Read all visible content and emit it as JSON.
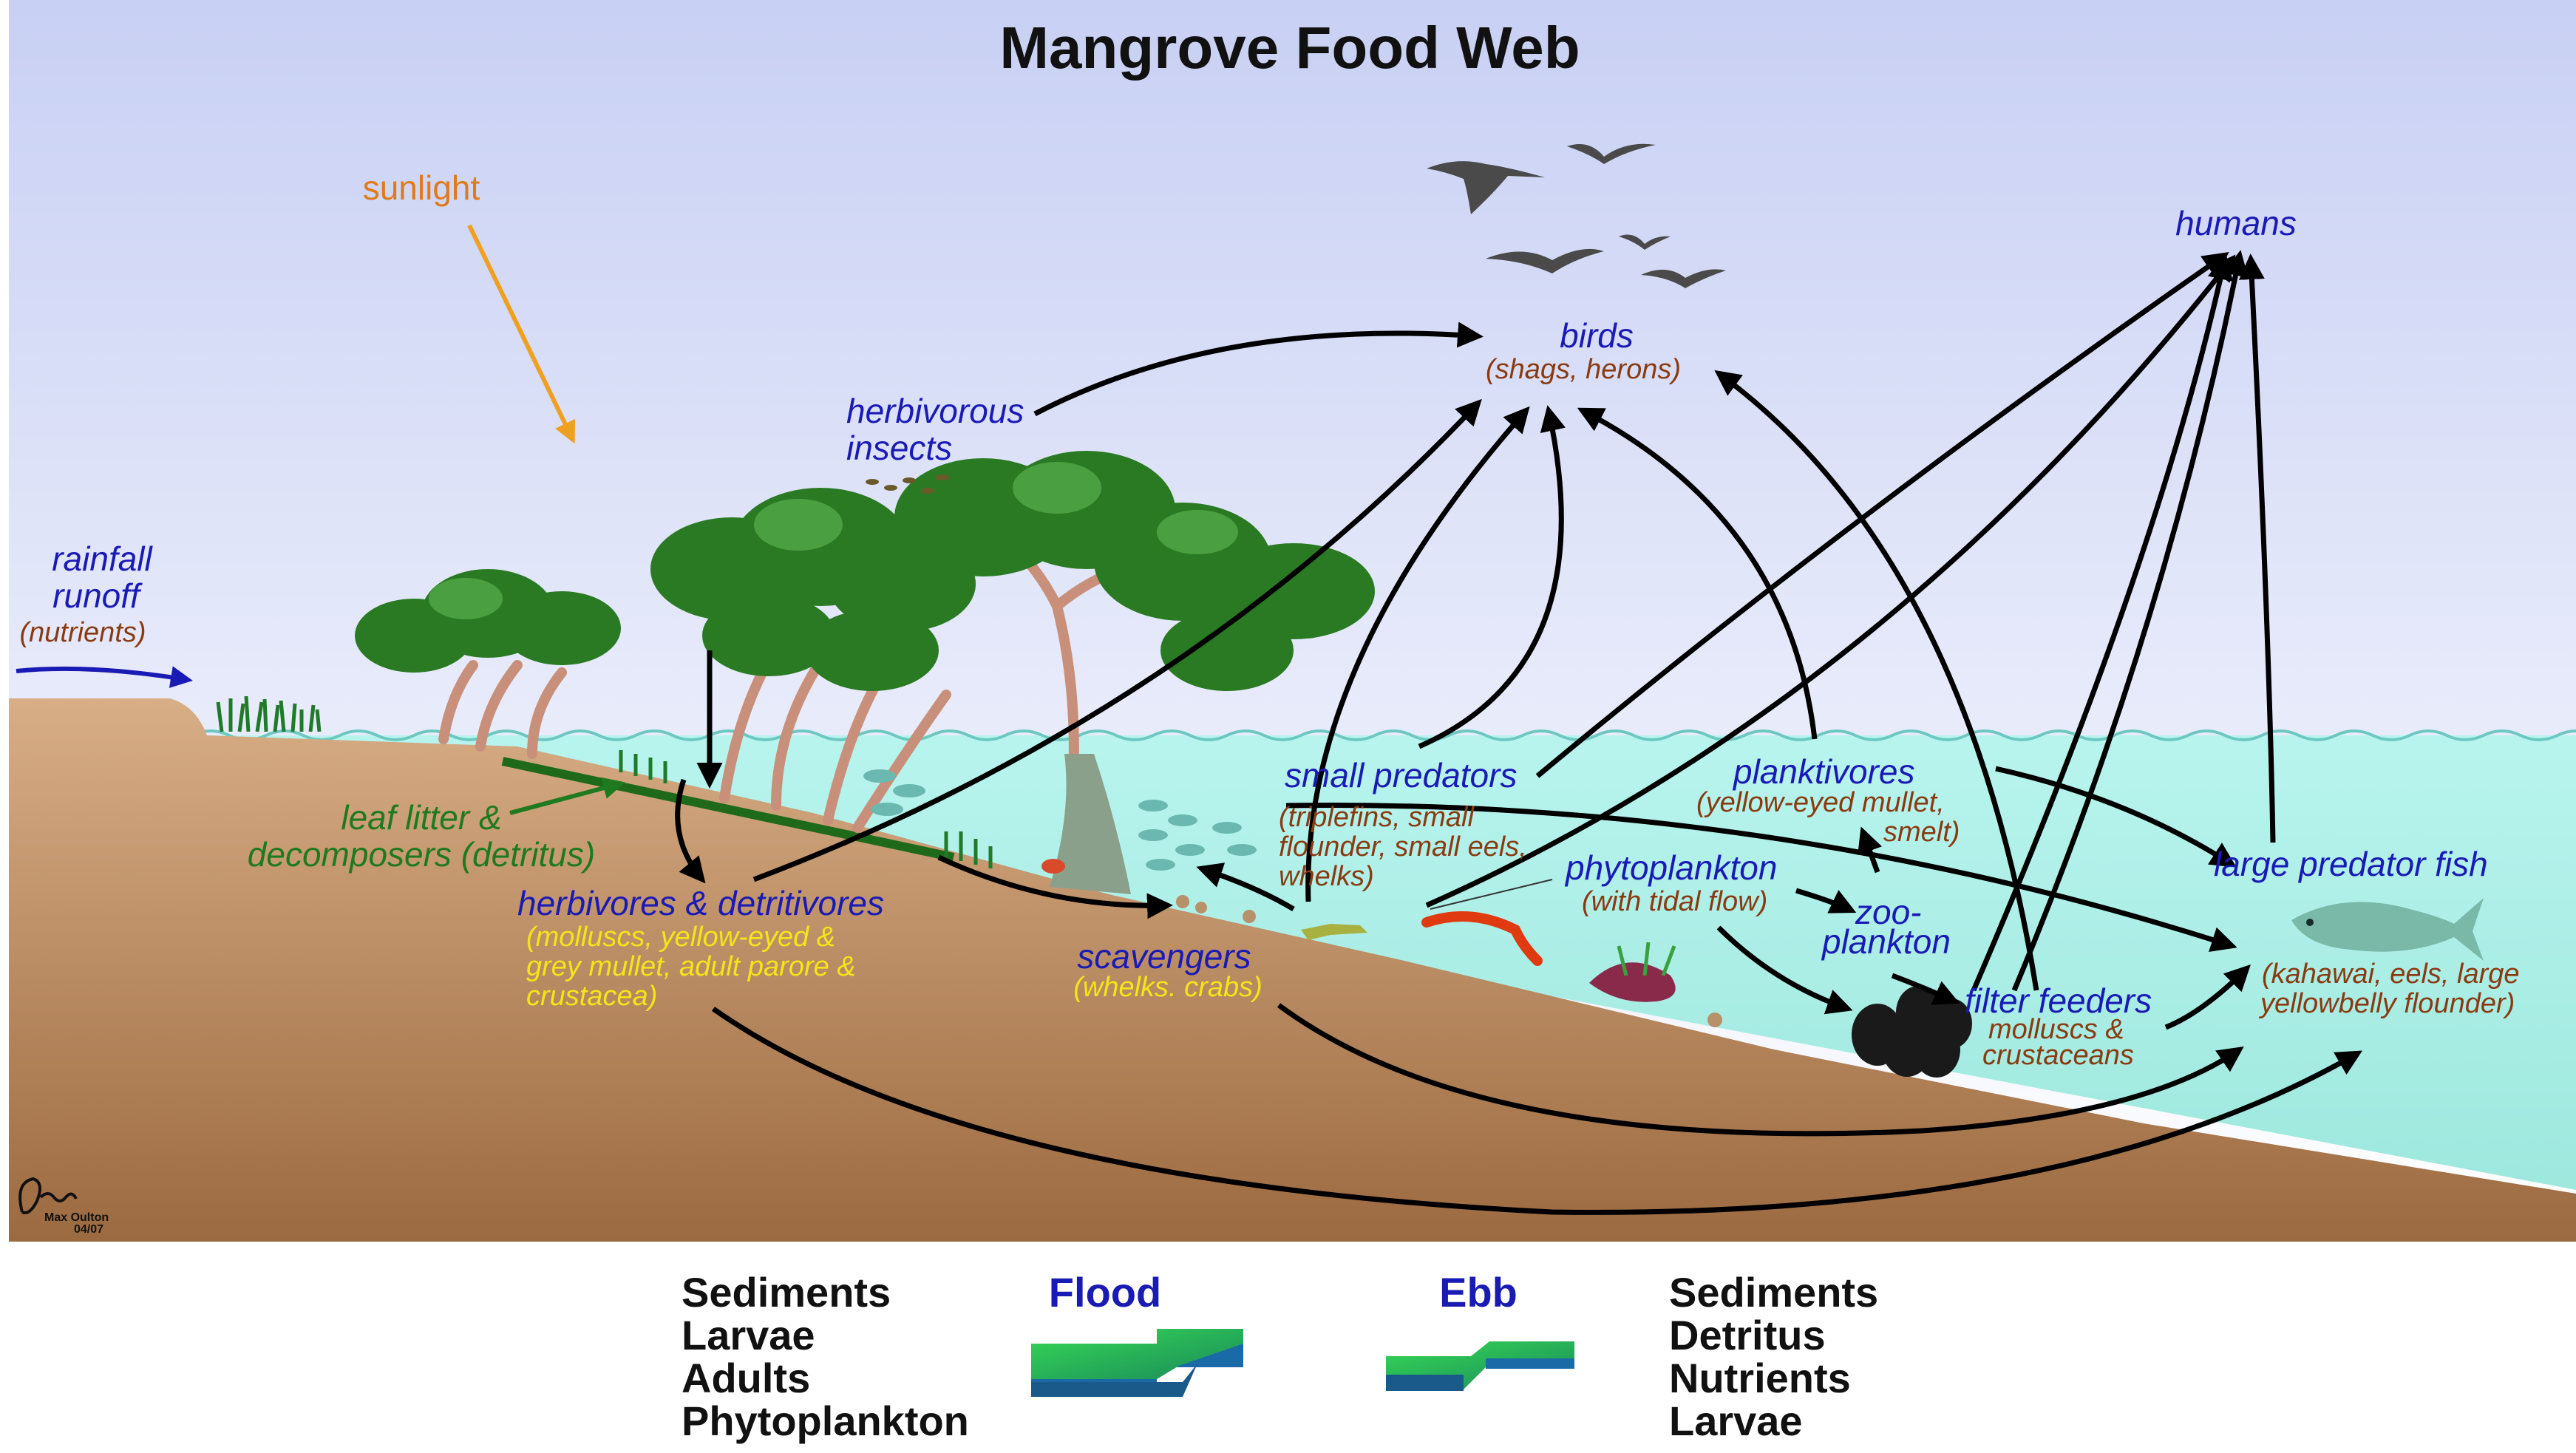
{
  "title": "Mangrove Food Web",
  "labels": {
    "sunlight": "sunlight",
    "rainfall_1": "rainfall",
    "rainfall_2": "runoff",
    "rainfall_3": "(nutrients)",
    "herb_insects_1": "herbivorous",
    "herb_insects_2": "insects",
    "birds": "birds",
    "birds_sub": "(shags, herons)",
    "humans": "humans",
    "leaf_1": "leaf litter &",
    "leaf_2": "decomposers (detritus)",
    "herbivores": "herbivores & detritivores",
    "herbivores_sub_1": "(molluscs, yellow-eyed &",
    "herbivores_sub_2": "grey mullet, adult parore &",
    "herbivores_sub_3": "crustacea)",
    "small_pred": "small predators",
    "small_pred_sub_1": "(triplefins, small",
    "small_pred_sub_2": "flounder, small eels,",
    "small_pred_sub_3": "whelks)",
    "planktivores": "planktivores",
    "planktivores_sub_1": "(yellow-eyed mullet,",
    "planktivores_sub_2": "smelt)",
    "phyto": "phytoplankton",
    "phyto_sub": "(with tidal flow)",
    "zoo_1": "zoo-",
    "zoo_2": "plankton",
    "scavengers": "scavengers",
    "scavengers_sub": "(whelks. crabs)",
    "filter": "filter feeders",
    "filter_sub_1": "molluscs &",
    "filter_sub_2": "crustaceans",
    "large_pred": "large predator fish",
    "large_pred_sub_1": "(kahawai, eels, large",
    "large_pred_sub_2": "yellowbelly flounder)",
    "credit_name": "Max Oulton",
    "credit_date": "04/07"
  },
  "legend": {
    "left_items": [
      "Sediments",
      "Larvae",
      "Adults",
      "Phytoplankton"
    ],
    "flood": "Flood",
    "ebb": "Ebb",
    "right_items": [
      "Sediments",
      "Detritus",
      "Nutrients",
      "Larvae"
    ]
  },
  "colors": {
    "consumer_label": "#1a1ab4",
    "species_label": "#8a3a10",
    "herbivore_species_label": "#f4e41a",
    "detritus_label": "#1f7a1f",
    "sunlight": "#e07a1a",
    "water": "#a8f0e8",
    "mud": "#a8744a"
  }
}
